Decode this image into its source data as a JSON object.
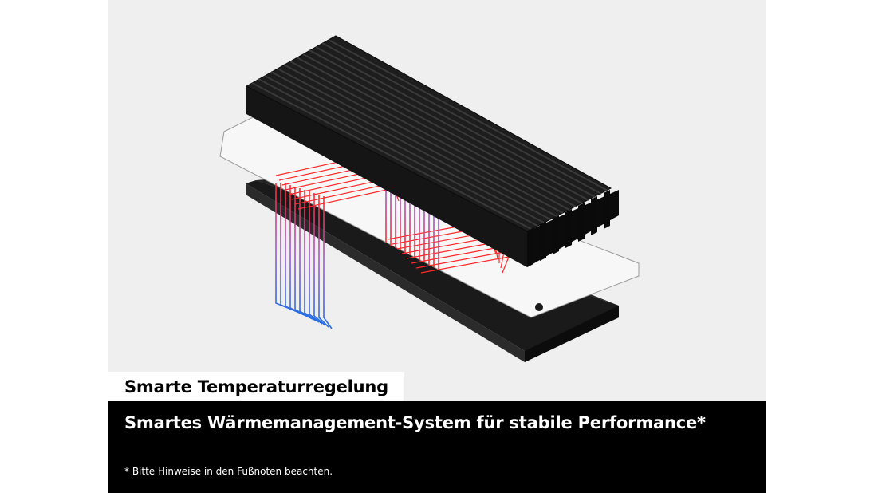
{
  "tag_label": "Smarte Temperaturregelung",
  "headline": "Smartes Wärmemanagement-System für stabile Performance*",
  "footnote": "* Bitte Hinweise in den Fußnoten beachten.",
  "colors": {
    "panel_background": "#efefef",
    "caption_background": "#000000",
    "heat_arrow": "#ff2a2a",
    "cool_arrow": "#1f6fe5",
    "heatsink": "#111111"
  },
  "illustration": {
    "subject": "exploded-heatsink-ssd",
    "parts": [
      "heatsink-fins",
      "thermal-pad",
      "ssd-tray"
    ]
  }
}
